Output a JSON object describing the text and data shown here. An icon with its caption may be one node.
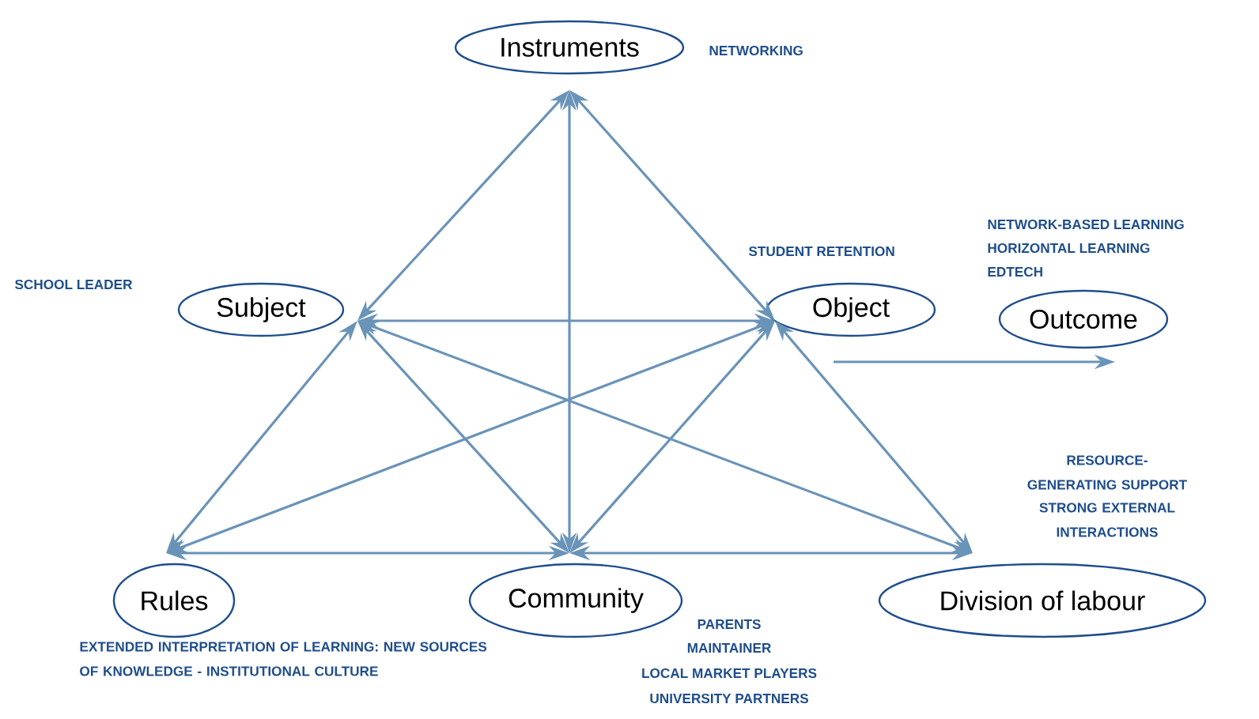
{
  "diagram": {
    "nodes": [
      {
        "text": [
          "Instruments"
        ],
        "beside": [
          "NETWORKING"
        ]
      },
      {
        "text": [
          "Subject"
        ],
        "beside": [
          "SCHOOL LEADER"
        ]
      },
      {
        "text": [
          "Object"
        ],
        "beside": [
          "STUDENT RETENTION"
        ]
      },
      {
        "text": [
          "Outcome"
        ],
        "beside": [
          "NETWORK-BASED LEARNING",
          "HORIZONTAL LEARNING",
          "EDTECH"
        ]
      },
      {
        "text": [
          "Rules"
        ],
        "beside": [
          "EXTENDED INTERPRETATION OF LEARNING: NEW SOURCES OF KNOWLEDGE - INSTITUTIONAL CULTURE"
        ]
      },
      {
        "text": [
          "Community"
        ],
        "beside": [
          "PARENTS",
          "MAINTAINER",
          "LOCAL MARKET PLAYERS",
          "UNIVERSITY PARTNERS"
        ]
      },
      {
        "text": [
          "Division of labour"
        ],
        "beside": [
          "RESOURCE-GENERATING SUPPORT",
          "STRONG EXTERNAL INTERACTIONS"
        ]
      }
    ],
    "edges": [
      {
        "from": 0,
        "to": 1,
        "arrow": "both"
      },
      {
        "from": 0,
        "to": 2,
        "arrow": "both"
      },
      {
        "from": 0,
        "to": 5,
        "arrow": "both"
      },
      {
        "from": 1,
        "to": 2,
        "arrow": "both"
      },
      {
        "from": 1,
        "to": 4,
        "arrow": "both"
      },
      {
        "from": 1,
        "to": 5,
        "arrow": "both"
      },
      {
        "from": 1,
        "to": 6,
        "arrow": "both"
      },
      {
        "from": 2,
        "to": 4,
        "arrow": "both"
      },
      {
        "from": 2,
        "to": 5,
        "arrow": "both"
      },
      {
        "from": 2,
        "to": 6,
        "arrow": "both"
      },
      {
        "from": 4,
        "to": 5,
        "arrow": "both"
      },
      {
        "from": 5,
        "to": 6,
        "arrow": "both"
      },
      {
        "from": 2,
        "to": 3,
        "arrow": "to"
      }
    ]
  }
}
